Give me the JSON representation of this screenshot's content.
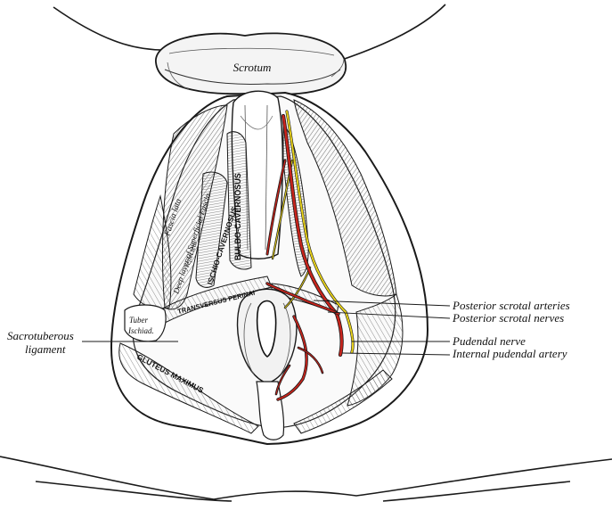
{
  "figure": {
    "region_labels": {
      "scrotum": "Scrotum",
      "bulbo_cavernosus": "BULBO-CAVERNOSUS",
      "ischio_cavernosus": "ISCHIO-CAVERNOSUS",
      "transversus_perinei": "TRANSVERSUS PERINAI",
      "gluteus_maximus": "GLUTEUS MAXIMUS",
      "fascia_lata": "Fascia lata",
      "deep_layer_superficial_fascia": "Deep layer of Superficial Fascia",
      "reflected": "reflected",
      "tuber_ischiadicum_1": "Tuber",
      "tuber_ischiadicum_2": "Ischiad."
    },
    "callouts": {
      "posterior_scrotal_arteries": "Posterior scrotal arteries",
      "posterior_scrotal_nerves": "Posterior scrotal nerves",
      "pudendal_nerve": "Pudendal nerve",
      "internal_pudendal_artery": "Internal pudendal artery",
      "sacrotuberous_1": "Sacrotuberous",
      "sacrotuberous_2": "ligament"
    },
    "colors": {
      "artery": "#c8241c",
      "nerve": "#e8d21a",
      "ink": "#1a1a1a",
      "paper": "#ffffff"
    }
  }
}
